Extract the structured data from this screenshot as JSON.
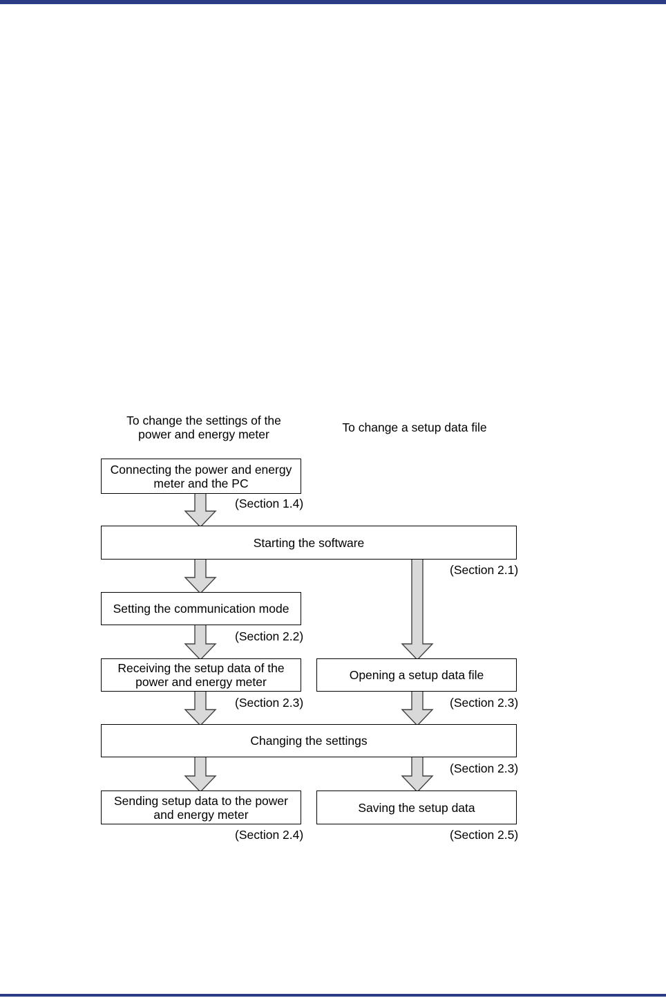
{
  "page": {
    "rule_color": "#2b3b84",
    "background": "#ffffff"
  },
  "diagram": {
    "type": "flowchart",
    "box_fill": "#ffffff",
    "box_border": "#000000",
    "arrow_fill": "#d9d9d9",
    "arrow_border": "#404040",
    "headings": [
      {
        "id": "heading-left",
        "text": "To change the settings of the\npower and energy meter"
      },
      {
        "id": "heading-right",
        "text": "To change a setup data file"
      }
    ],
    "boxes": [
      {
        "id": "box-connect",
        "text": "Connecting the power and energy\nmeter and the PC"
      },
      {
        "id": "box-start",
        "text": "Starting the software"
      },
      {
        "id": "box-commmode",
        "text": "Setting the communication mode"
      },
      {
        "id": "box-receive",
        "text": "Receiving the setup data of the\npower and energy meter"
      },
      {
        "id": "box-openfile",
        "text": "Opening a setup data file"
      },
      {
        "id": "box-change",
        "text": "Changing the settings"
      },
      {
        "id": "box-send",
        "text": "Sending setup data to the power\nand energy meter"
      },
      {
        "id": "box-save",
        "text": "Saving the setup data"
      }
    ],
    "section_labels": [
      {
        "id": "sec-1-4",
        "text": "(Section 1.4)"
      },
      {
        "id": "sec-2-1",
        "text": "(Section 2.1)"
      },
      {
        "id": "sec-2-2",
        "text": "(Section 2.2)"
      },
      {
        "id": "sec-2-3a",
        "text": "(Section 2.3)"
      },
      {
        "id": "sec-2-3b",
        "text": "(Section 2.3)"
      },
      {
        "id": "sec-2-3c",
        "text": "(Section 2.3)"
      },
      {
        "id": "sec-2-4",
        "text": "(Section 2.4)"
      },
      {
        "id": "sec-2-5",
        "text": "(Section 2.5)"
      }
    ],
    "arrows": [
      {
        "id": "arrow-connect-to-start",
        "from": "box-connect",
        "to": "box-start"
      },
      {
        "id": "arrow-start-to-commmode",
        "from": "box-start",
        "to": "box-commmode"
      },
      {
        "id": "arrow-start-to-openfile",
        "from": "box-start",
        "to": "box-openfile"
      },
      {
        "id": "arrow-commmode-to-receive",
        "from": "box-commmode",
        "to": "box-receive"
      },
      {
        "id": "arrow-receive-to-change",
        "from": "box-receive",
        "to": "box-change"
      },
      {
        "id": "arrow-openfile-to-change",
        "from": "box-openfile",
        "to": "box-change"
      },
      {
        "id": "arrow-change-to-send",
        "from": "box-change",
        "to": "box-send"
      },
      {
        "id": "arrow-change-to-save",
        "from": "box-change",
        "to": "box-save"
      }
    ]
  }
}
